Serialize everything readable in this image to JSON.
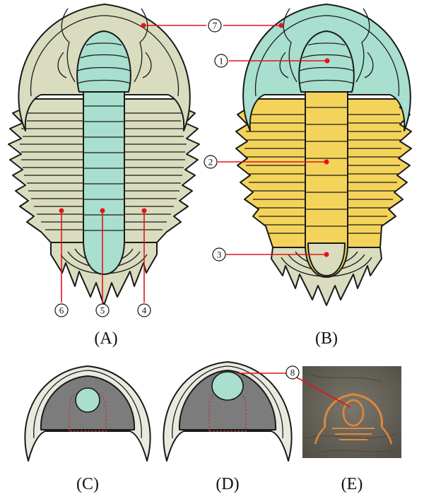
{
  "panels": [
    {
      "id": "A",
      "label": "(A)"
    },
    {
      "id": "B",
      "label": "(B)"
    },
    {
      "id": "C",
      "label": "(C)"
    },
    {
      "id": "D",
      "label": "(D)"
    },
    {
      "id": "E",
      "label": "(E)"
    }
  ],
  "callouts": [
    {
      "id": "1",
      "text": "1"
    },
    {
      "id": "2",
      "text": "2"
    },
    {
      "id": "3",
      "text": "3"
    },
    {
      "id": "4",
      "text": "4"
    },
    {
      "id": "5",
      "text": "5"
    },
    {
      "id": "6",
      "text": "6"
    },
    {
      "id": "7",
      "text": "7"
    },
    {
      "id": "8",
      "text": "8"
    }
  ],
  "colors": {
    "cephalon_pale": "#d9dcbe",
    "axis_teal": "#a8dfcf",
    "thorax_yellow": "#f3d35a",
    "glabella_teal": "#a8dfcf",
    "dark_cheek": "#7c7c7c",
    "leader_red": "#e3141b",
    "fossil_rock": "#6f6b61",
    "fossil_orange": "#e0883a"
  }
}
